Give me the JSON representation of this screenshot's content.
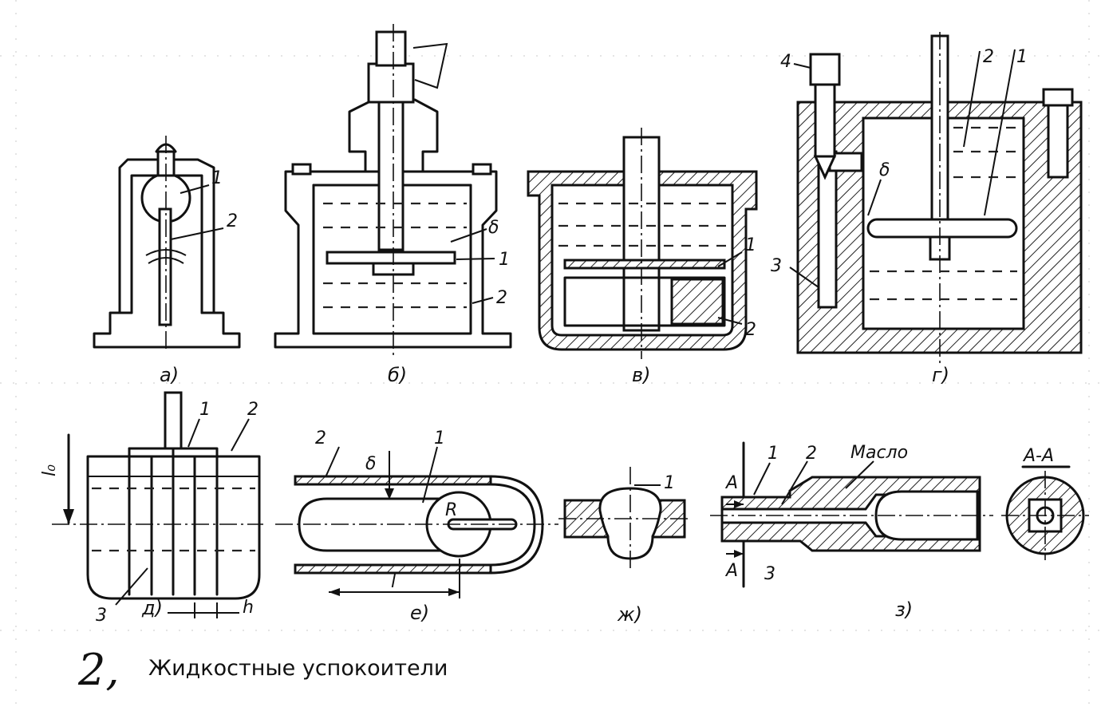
{
  "figure_number": "2,",
  "caption": "Жидкостные успокоители",
  "panels": [
    {
      "id": "a",
      "label": "а)",
      "parts": [
        "1",
        "2"
      ]
    },
    {
      "id": "b",
      "label": "б)",
      "parts": [
        "δ",
        "1",
        "2"
      ]
    },
    {
      "id": "v",
      "label": "в)",
      "parts": [
        "1",
        "2"
      ]
    },
    {
      "id": "g",
      "label": "г)",
      "parts": [
        "4",
        "2",
        "1",
        "δ",
        "3"
      ]
    },
    {
      "id": "d",
      "label": "д)",
      "parts": [
        "1",
        "2",
        "3"
      ],
      "dims": [
        "l₀",
        "h"
      ]
    },
    {
      "id": "e",
      "label": "е)",
      "parts": [
        "2",
        "1"
      ],
      "dims": [
        "δ",
        "R",
        "l"
      ]
    },
    {
      "id": "zh",
      "label": "ж)",
      "parts": [
        "1"
      ]
    },
    {
      "id": "z",
      "label": "з)",
      "parts": [
        "1",
        "2",
        "3"
      ],
      "section": [
        "А",
        "А",
        "А-А"
      ],
      "medium": "Масло"
    }
  ],
  "colors": {
    "ink": "#111111",
    "paper": "#ffffff"
  }
}
